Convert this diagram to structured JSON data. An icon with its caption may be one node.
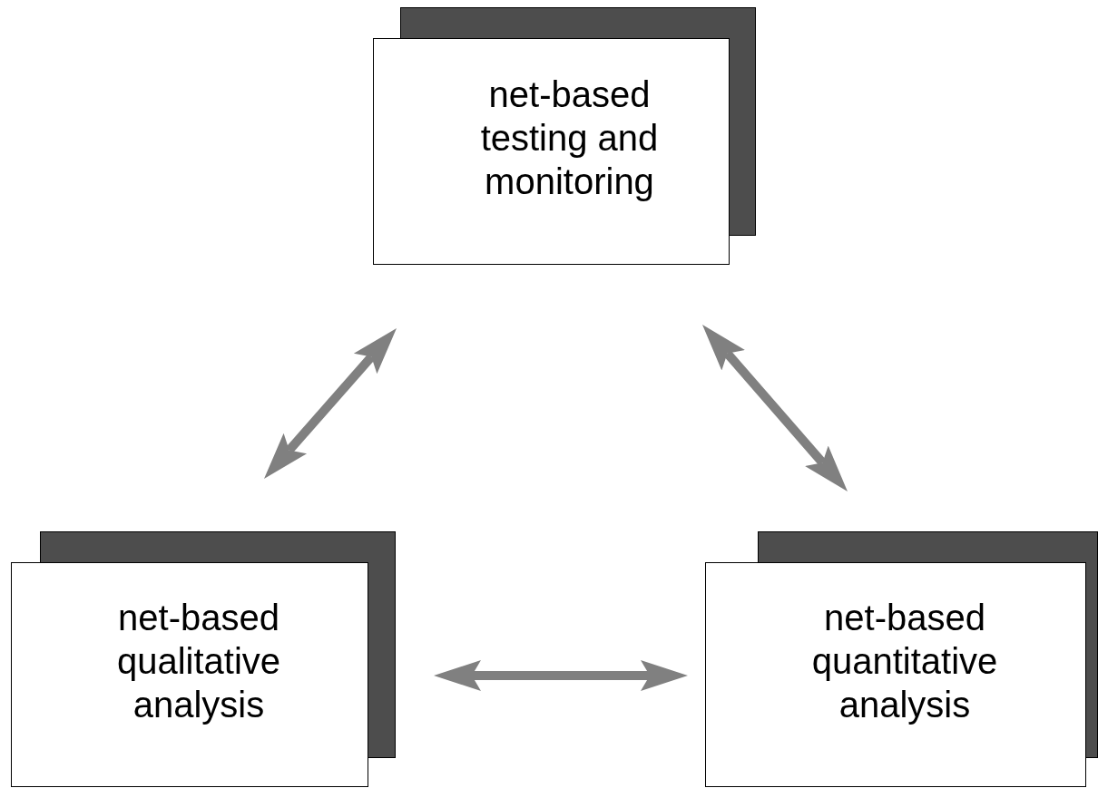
{
  "diagram": {
    "nodes": [
      {
        "text": [
          "net-based testing and monitoring"
        ]
      },
      {
        "text": [
          "net-based qualitative analysis"
        ]
      },
      {
        "text": [
          "net-based quantitative analysis"
        ]
      }
    ],
    "edges": [
      {
        "from": 0,
        "to": 1,
        "arrow": "both"
      },
      {
        "from": 0,
        "to": 2,
        "arrow": "both"
      },
      {
        "from": 1,
        "to": 2,
        "arrow": "both"
      }
    ]
  }
}
